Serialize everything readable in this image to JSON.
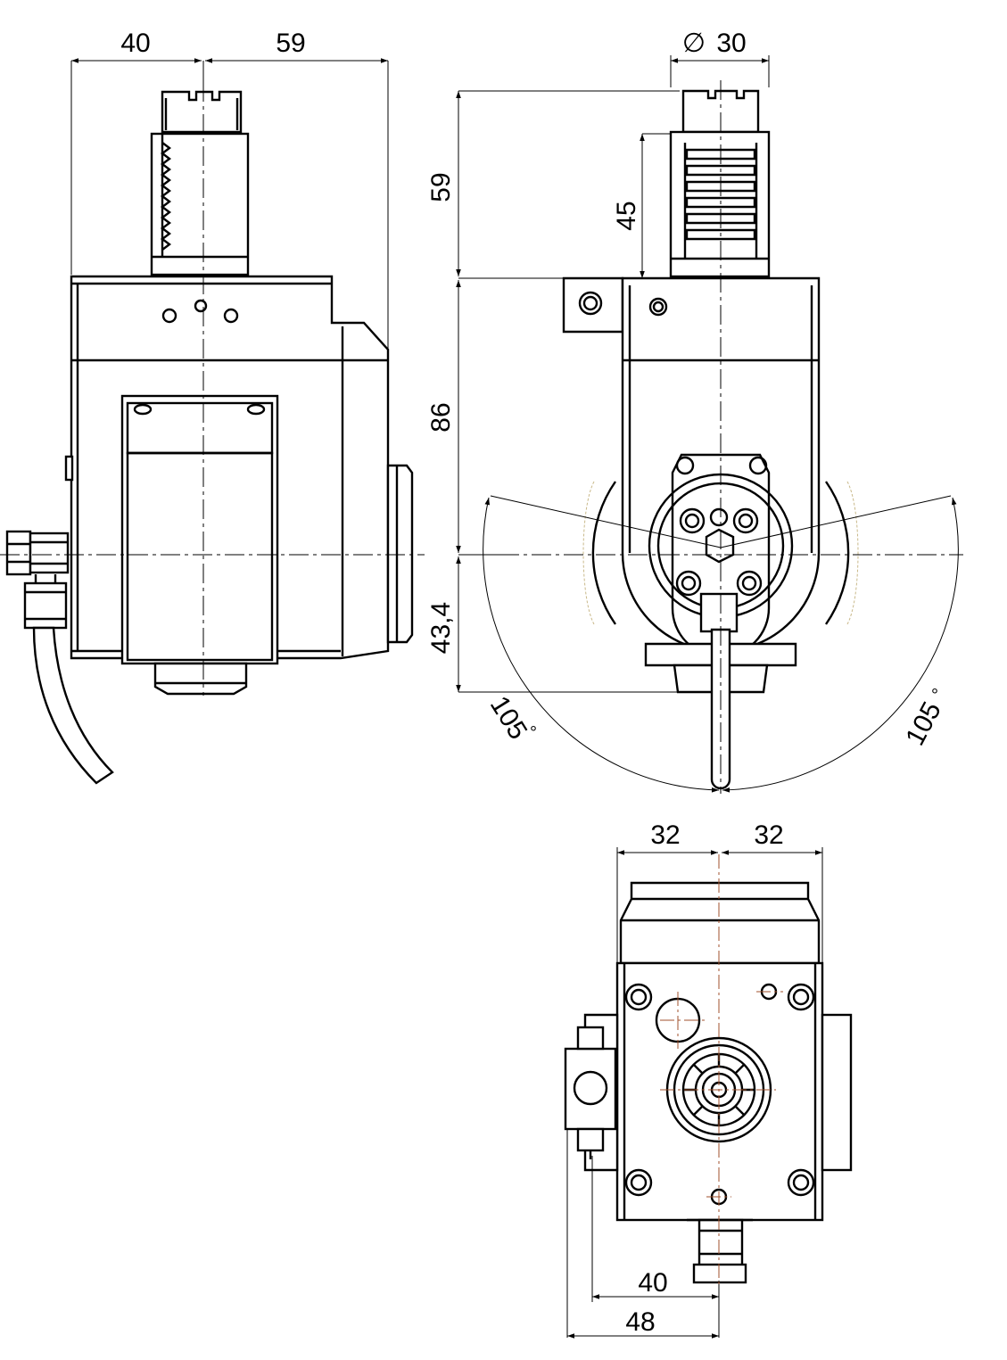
{
  "drawing": {
    "side_view": {
      "dim_width_left": "40",
      "dim_width_right": "59"
    },
    "front_view": {
      "dim_diameter": "30",
      "diameter_symbol": "∅",
      "dim_top_height": "59",
      "dim_shank_height": "45",
      "dim_body_height": "86",
      "dim_lower_height": "43,4",
      "dim_angle_left": "105",
      "dim_angle_right": "105",
      "degree_symbol": "°"
    },
    "bottom_view": {
      "dim_half_width_left": "32",
      "dim_half_width_right": "32",
      "dim_offset_40": "40",
      "dim_offset_48": "48"
    }
  }
}
